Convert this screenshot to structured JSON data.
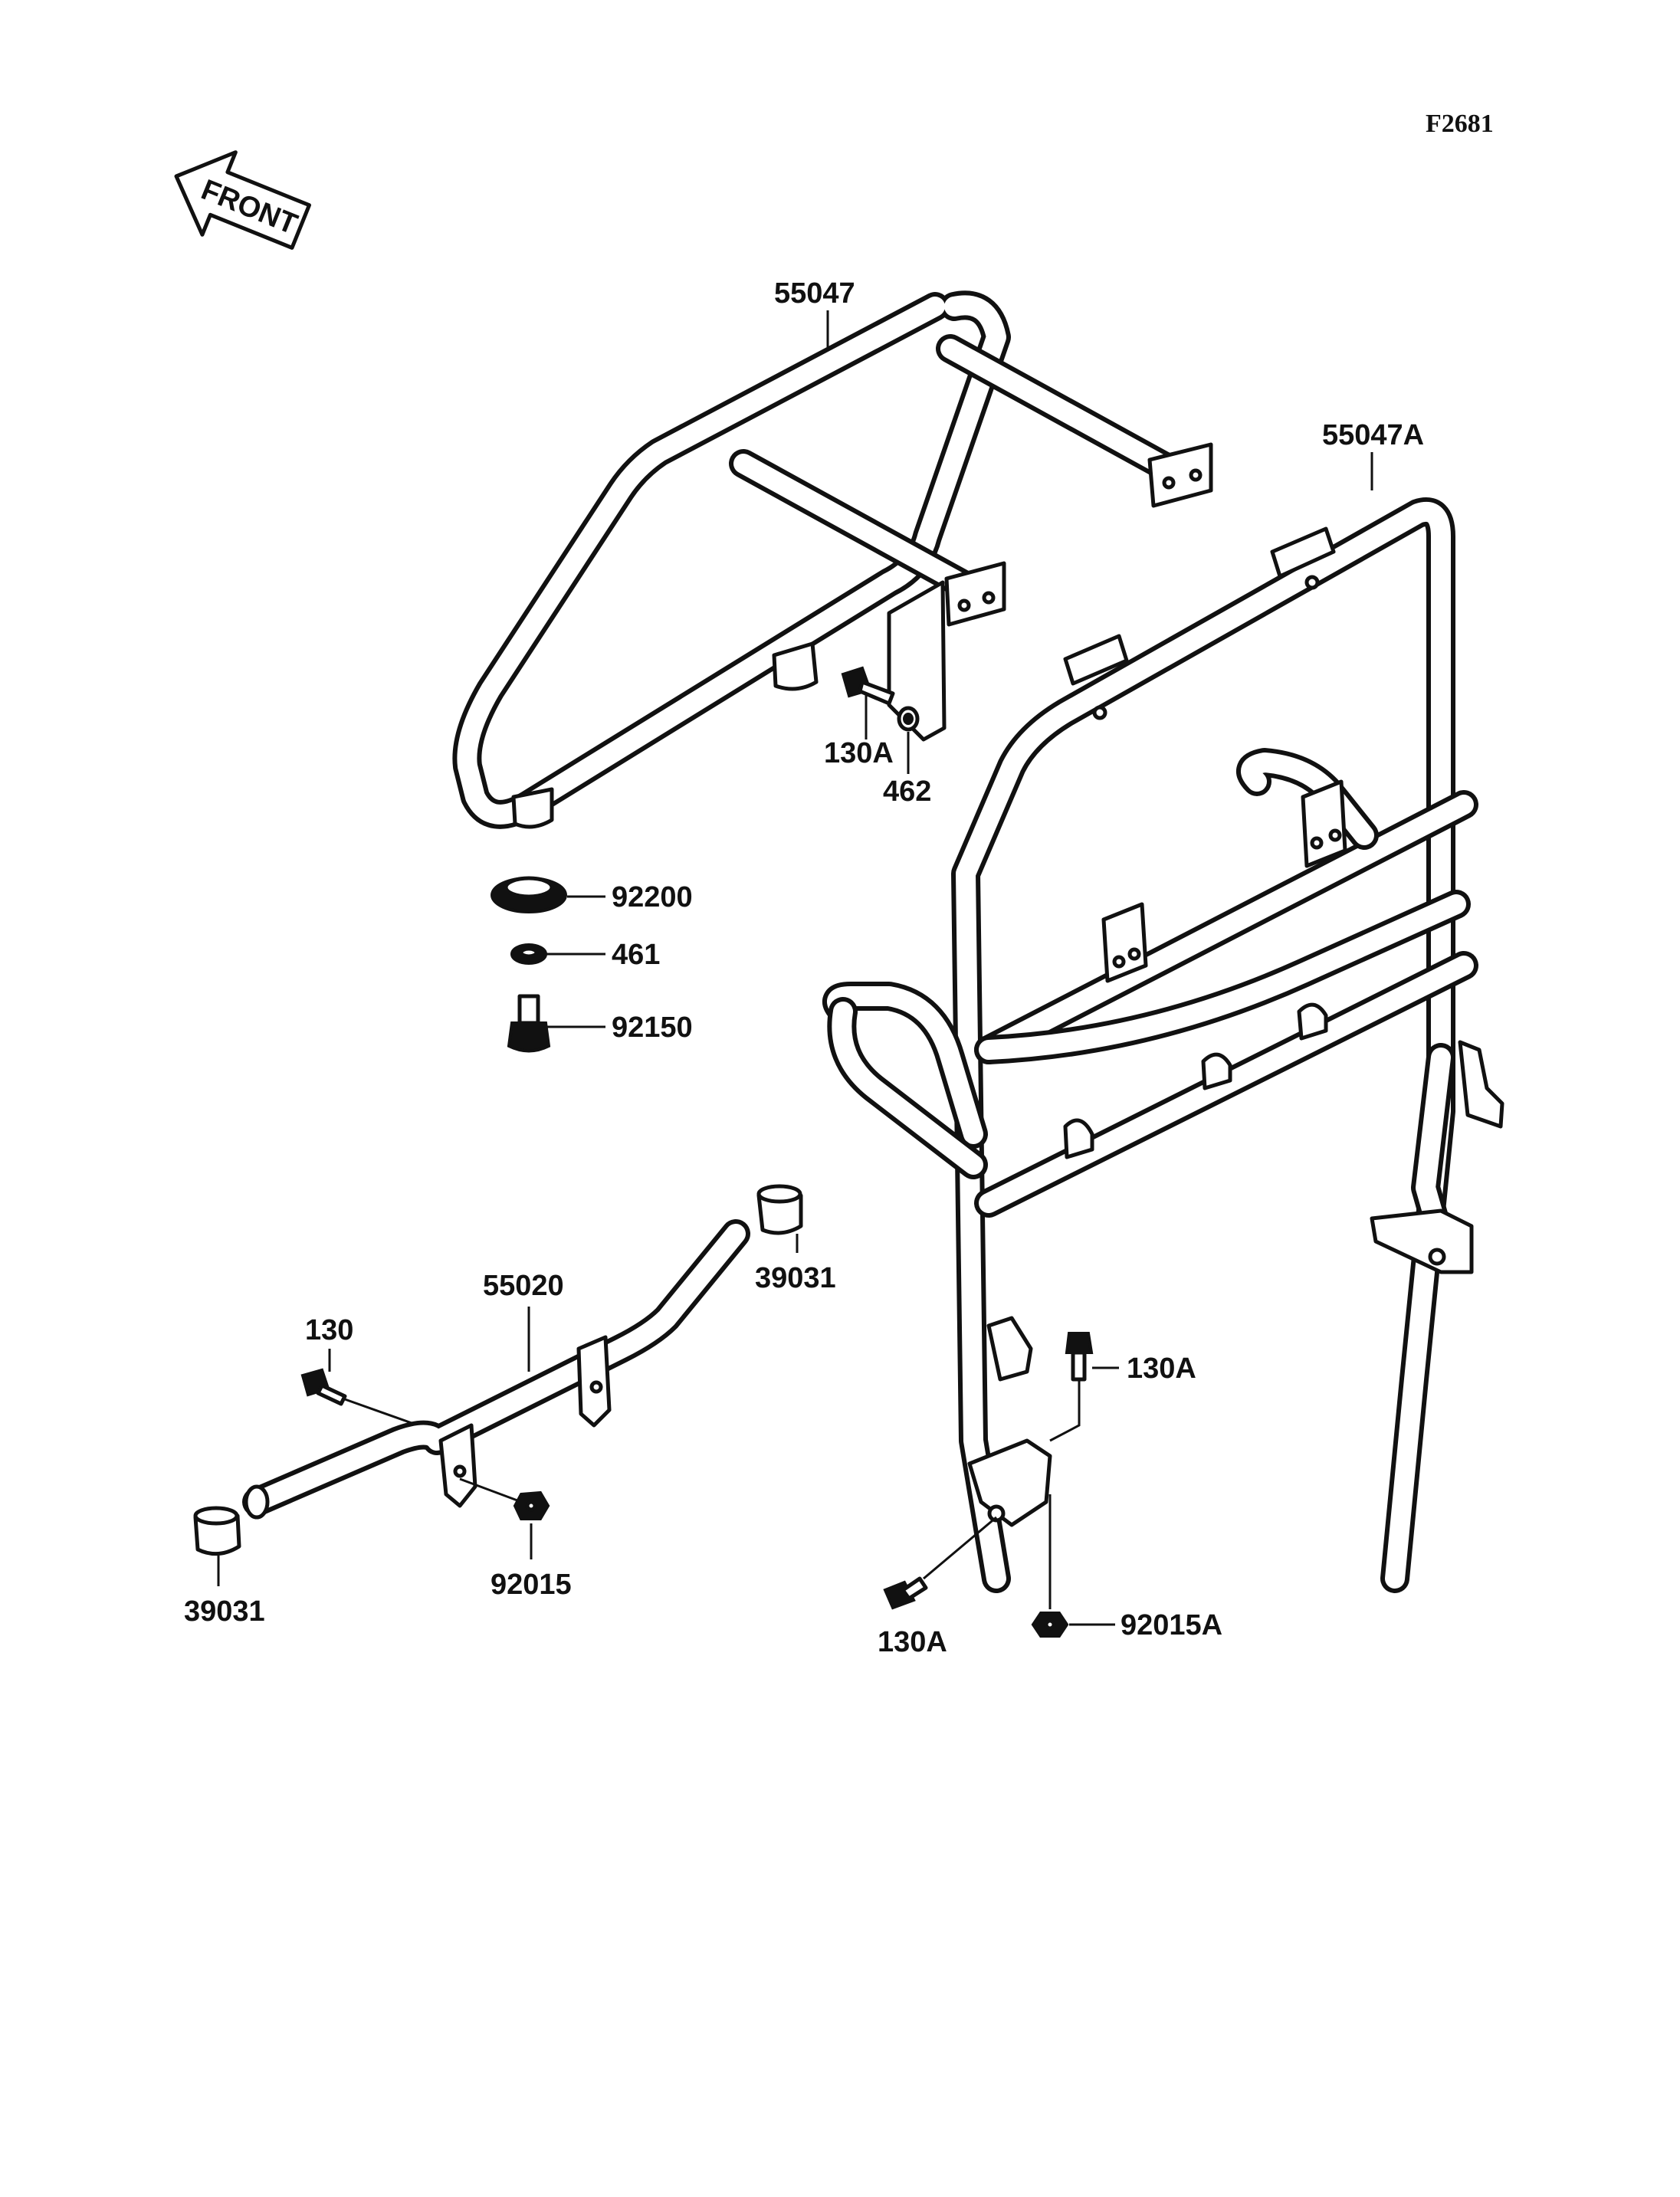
{
  "figure_ref": "F2681",
  "front_arrow": {
    "text": "FRONT"
  },
  "parts": [
    {
      "number": "55047"
    },
    {
      "number": "55047A"
    },
    {
      "number": "130A"
    },
    {
      "number": "462"
    },
    {
      "number": "92200"
    },
    {
      "number": "461"
    },
    {
      "number": "92150"
    },
    {
      "number": "39031"
    },
    {
      "number": "55020"
    },
    {
      "number": "130"
    },
    {
      "number": "130A"
    },
    {
      "number": "92015"
    },
    {
      "number": "39031"
    },
    {
      "number": "130A"
    },
    {
      "number": "92015A"
    }
  ]
}
